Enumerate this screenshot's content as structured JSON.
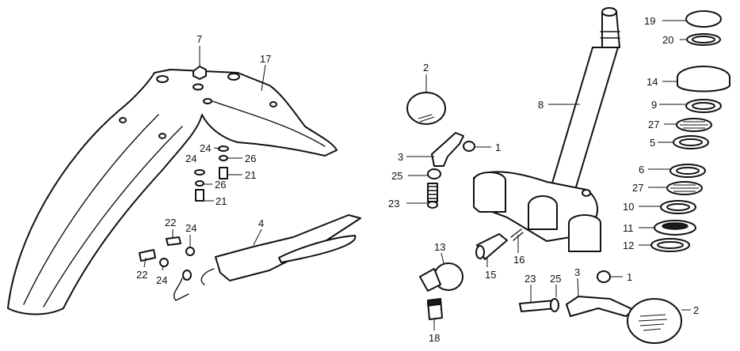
{
  "callouts": {
    "c7": "7",
    "c17": "17",
    "c24a": "24",
    "c26a": "26",
    "c24b": "24",
    "c21a": "21",
    "c26b": "26",
    "c21b": "21",
    "c4": "4",
    "c22a": "22",
    "c24c": "24",
    "c22b": "22",
    "c24d": "24",
    "c2a": "2",
    "c3a": "3",
    "c1a": "1",
    "c25a": "25",
    "c23a": "23",
    "c8": "8",
    "c13": "13",
    "c16": "16",
    "c15": "15",
    "c18": "18",
    "c23b": "23",
    "c25b": "25",
    "c3b": "3",
    "c1b": "1",
    "c2b": "2",
    "c19": "19",
    "c20": "20",
    "c14": "14",
    "c9": "9",
    "c27a": "27",
    "c5": "5",
    "c6": "6",
    "c27b": "27",
    "c10": "10",
    "c11": "11",
    "c12": "12"
  },
  "colors": {
    "line": "#111111",
    "background": "#ffffff"
  }
}
